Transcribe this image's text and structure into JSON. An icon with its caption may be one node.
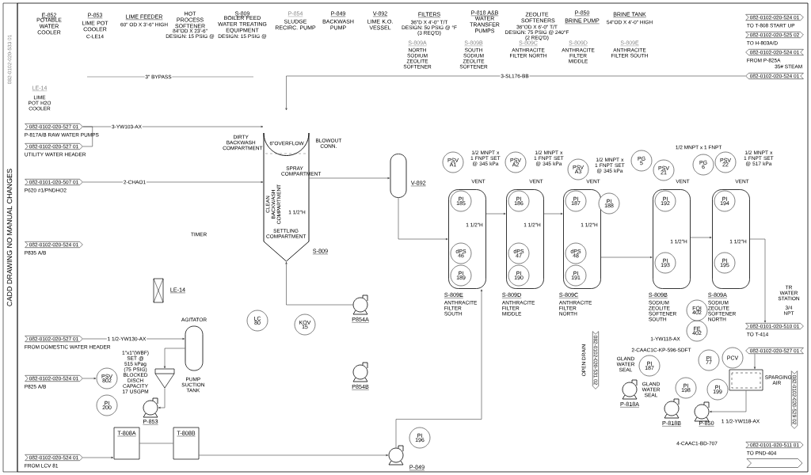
{
  "diagram": {
    "nodes": [
      {
        "text": [
          "6\"OVERFLOW",
          "SPRAY COMPARTMENT",
          "CLEAN BACKWASH COMPARTMENT",
          "SETTLING COMPARTMENT"
        ],
        "beside": [
          "S-809"
        ]
      },
      {
        "text": [],
        "shape": "cylinder",
        "beside": [
          "V-892"
        ]
      },
      {
        "text": [],
        "shape": "cylinder",
        "beside": [
          "S-809E",
          "ANTHRACITE FILTER SOUTH"
        ]
      },
      {
        "text": [],
        "shape": "cylinder",
        "beside": [
          "S-809D",
          "ANTHRACITE FILTER MIDDLE"
        ]
      },
      {
        "text": [],
        "shape": "cylinder",
        "beside": [
          "S-809C",
          "ANTHRACITE FILTER NORTH"
        ]
      },
      {
        "text": [],
        "shape": "cylinder",
        "beside": [
          "S-809B",
          "SODIUM ZEOLITE SOFTENER SOUTH"
        ]
      },
      {
        "text": [],
        "shape": "cylinder",
        "beside": [
          "S-809A",
          "SODIUM ZEOLITE SOFTENER NORTH"
        ]
      },
      {
        "text": [
          "PI",
          "185"
        ],
        "in": 2
      },
      {
        "text": [
          "dPS",
          "46"
        ],
        "in": 2
      },
      {
        "text": [
          "PI",
          "189"
        ],
        "in": 2
      },
      {
        "text": [
          "PI",
          "186"
        ],
        "in": 3
      },
      {
        "text": [
          "dPS",
          "47"
        ],
        "in": 3
      },
      {
        "text": [
          "PI",
          "190"
        ],
        "in": 3
      },
      {
        "text": [
          "PI",
          "187"
        ],
        "in": 4
      },
      {
        "text": [
          "dPS",
          "48"
        ],
        "in": 4
      },
      {
        "text": [
          "PI",
          "191"
        ],
        "in": 4
      },
      {
        "text": [
          "PI",
          "192"
        ],
        "in": 5
      },
      {
        "text": [
          "PI",
          "193"
        ],
        "in": 5
      },
      {
        "text": [
          "PI",
          "194"
        ],
        "in": 6
      },
      {
        "text": [
          "PI",
          "195"
        ],
        "in": 6
      },
      {
        "text": [
          "PSV",
          "A1"
        ]
      },
      {
        "text": [
          "PSV",
          "A2"
        ]
      },
      {
        "text": [
          "PSV",
          "A3"
        ]
      },
      {
        "text": [
          "PG",
          "5"
        ]
      },
      {
        "text": [
          "PSV",
          "21"
        ]
      },
      {
        "text": [
          "PG",
          "6"
        ]
      },
      {
        "text": [
          "PSV",
          "22"
        ]
      },
      {
        "text": [
          "PI",
          "188"
        ]
      },
      {
        "text": [
          "FE",
          "402"
        ]
      },
      {
        "text": [
          "FQI",
          "402"
        ]
      },
      {
        "text": [],
        "shape": "circle",
        "beside": [
          "P-849"
        ]
      },
      {
        "text": [
          "PI",
          "196"
        ]
      },
      {
        "text": [],
        "shape": "circle",
        "beside": [
          "P-818A"
        ]
      },
      {
        "text": [],
        "shape": "circle",
        "beside": [
          "P-818B"
        ]
      },
      {
        "text": [],
        "shape": "circle",
        "beside": [
          "P-850"
        ]
      },
      {
        "text": [
          "PI",
          "187"
        ]
      },
      {
        "text": [
          "PI",
          "198"
        ]
      },
      {
        "text": [
          "PI",
          "199"
        ]
      },
      {
        "text": [
          "PI",
          "77"
        ]
      },
      {
        "text": [],
        "shape": "box",
        "beside": [
          "SPARGING AIR"
        ]
      },
      {
        "text": [
          "PCV"
        ]
      },
      {
        "text": [],
        "shape": "circle",
        "beside": [
          "P854A"
        ]
      },
      {
        "text": [],
        "shape": "circle",
        "beside": [
          "P854B"
        ]
      },
      {
        "text": [],
        "shape": "cylinder",
        "beside": [
          "AGITATOR"
        ]
      },
      {
        "text": [],
        "shape": "cone",
        "beside": [
          "PUMP SUCTION TANK"
        ]
      },
      {
        "text": [],
        "shape": "circle",
        "beside": [
          "P-853"
        ]
      },
      {
        "text": [],
        "shape": "box",
        "beside": [
          "LE-14"
        ]
      },
      {
        "text": [
          "T-808A"
        ]
      },
      {
        "text": [
          "T-808B"
        ]
      },
      {
        "text": [
          "LC",
          "80"
        ]
      },
      {
        "text": [
          "KOV",
          "15"
        ]
      },
      {
        "text": [
          "PSV",
          "802"
        ]
      },
      {
        "text": [
          "PI",
          "200"
        ]
      },
      {
        "text": [
          "082-0102-020-527 01"
        ],
        "beside": [
          "P-817A/B RAW WATER PUMPS"
        ]
      },
      {
        "text": [
          "082-0102-020-527 01"
        ],
        "beside": [
          "UTILITY WATER HEADER"
        ]
      },
      {
        "text": [
          "082-0101-020-507 01"
        ],
        "beside": [
          "P620 #1/PNDHO2"
        ]
      },
      {
        "text": [
          "082-0102-020-524 01"
        ],
        "beside": [
          "P835 A/B"
        ]
      },
      {
        "text": [
          "082-0102-020-527 01"
        ],
        "beside": [
          "FROM DOMESTIC WATER HEADER"
        ]
      },
      {
        "text": [
          "082-0102-020-524 01"
        ],
        "beside": [
          "P825 A/B"
        ]
      },
      {
        "text": [
          "082-0102-020-524 01"
        ],
        "beside": [
          "FROM LCV 81"
        ]
      },
      {
        "text": [
          "082-0102-020-524 01"
        ],
        "beside": [
          "TO T-808 START UP"
        ]
      },
      {
        "text": [
          "082-0102-020-525 02"
        ],
        "beside": [
          "TO H-803A/D"
        ]
      },
      {
        "text": [
          "082-0102-020-524 01"
        ],
        "beside": [
          "FROM P-825A"
        ]
      },
      {
        "text": [
          "082-0102-020-524 01"
        ]
      },
      {
        "text": [
          "082-0101-020-510 01"
        ],
        "beside": [
          "TO T-414"
        ]
      },
      {
        "text": [
          "082-0102-020-527 01"
        ]
      },
      {
        "text": [
          "082-0102-020-529 02"
        ]
      },
      {
        "text": [
          "082-0101-020-511 01"
        ],
        "beside": [
          "TO PND-404"
        ]
      },
      {
        "text": [],
        "shape": "pentagon"
      },
      {
        "text": [
          "082-0102-020-531 02"
        ],
        "beside": [
          "OPEN DRAIN"
        ]
      }
    ],
    "edges": [
      {
        "from": 53,
        "to": 0,
        "arrow": "to",
        "label": "3-YW103-AX"
      },
      {
        "from": 0,
        "to": 1,
        "arrow": "to"
      },
      {
        "from": 1,
        "to": 2,
        "arrow": "to"
      },
      {
        "from": 2,
        "to": 3,
        "arrow": "to"
      },
      {
        "from": 3,
        "to": 4,
        "arrow": "to"
      },
      {
        "from": 4,
        "to": 5,
        "arrow": "to"
      },
      {
        "from": 5,
        "to": 6,
        "arrow": "to"
      },
      {
        "from": 6,
        "to": 64,
        "arrow": "to"
      },
      {
        "from": 30,
        "to": 2,
        "arrow": "to"
      },
      {
        "from": 41,
        "to": 0,
        "arrow": "to"
      },
      {
        "from": 44,
        "to": 45,
        "arrow": "to"
      },
      {
        "from": 43,
        "to": 44,
        "arrow": "to"
      },
      {
        "from": 57,
        "to": 43,
        "arrow": "to",
        "label": "1 1/2-YW130-AX"
      },
      {
        "from": 47,
        "to": 48,
        "arrow": "none"
      },
      {
        "from": 59,
        "to": 47,
        "arrow": "to"
      },
      {
        "from": 48,
        "to": 30,
        "arrow": "to"
      },
      {
        "from": 39,
        "to": 34,
        "arrow": "to"
      },
      {
        "from": 55,
        "to": 0,
        "arrow": "to",
        "label": "2-CHAO1"
      },
      {
        "from": 58,
        "to": 51,
        "arrow": "to"
      },
      {
        "from": 63,
        "to": 0,
        "arrow": "to",
        "label": "3-SL176-BB"
      },
      {
        "from": 54,
        "to": 53,
        "arrow": "none"
      },
      {
        "from": 65,
        "to": 39,
        "arrow": "to"
      }
    ],
    "labels": [
      "082-0102-020-533 01",
      "E-852",
      "POTABLE WATER COOLER",
      "P-853",
      "LIME POT COOLER",
      "C-LE14",
      "LIME FEEDER",
      "60\" OD X 3'-6\" HIGH",
      "HOT PROCESS SOFTENER",
      "84\"OD X 23'-6\"",
      "DESIGN: 15 PSIG @",
      "S-809",
      "BOILER FEED WATER TREATING EQUIPMENT",
      "DESIGN: 15 PSIG @",
      "P-854",
      "SLUDGE RECIRC. PUMP",
      "P-849",
      "BACKWASH PUMP",
      "V-892",
      "LIME K.O. VESSEL",
      "FILTERS",
      "36\"D X 4'-0\" T/T",
      "DESIGN: 50 PSIG @ °F",
      "(3 REQ'D)",
      "P-818 A&B",
      "WATER TRANSFER PUMPS",
      "ZEOLITE SOFTENERS",
      "36\"OD X 6'-0\" T/T",
      "DESIGN: 75 PSIG @ 240°F",
      "(2 REQ'D)",
      "P-850",
      "BRINE PUMP",
      "BRINE TANK",
      "54\"OD X 4'-0\" HIGH",
      "S-809A",
      "NORTH SODIUM ZEOLITE SOFTENER",
      "S-809B",
      "SOUTH SODIUM ZEOLITE SOFTENER",
      "S-809C",
      "ANTHRACITE FILTER NORTH",
      "S-809D",
      "ANTHRACITE FILTER MIDDLE",
      "S-809E",
      "ANTHRACITE FILTER SOUTH",
      "LE-14",
      "LIME POT H2O COOLER",
      "3\" BYPASS",
      "CADD DRAWING NO MANUAL CHANGES",
      "35# STEAM",
      "DIRTY BACKWASH COMPARTMENT",
      "BLOWOUT CONN.",
      "1 1/2\"H",
      "TIMER",
      "VENT",
      "VENT",
      "VENT",
      "VENT",
      "VENT",
      "1 1/2\"H",
      "1 1/2\"H",
      "1 1/2\"H",
      "1 1/2\"H",
      "1 1/2\"H",
      "1/2 MNPT x 1 FNPT SET @ 345 kPa",
      "1/2 MNPT x 1 FNPT SET @ 345 kPa",
      "1/2 MNPT x 1 FNPT SET @ 345 kPa",
      "1/2 MNPT x 1 FNPT",
      "1/2 MNPT x 1 FNPT SET @ 517 kPa",
      "TR WATER STATION",
      "3/4 NPT",
      "2-CAAC1C-KP-596-SDFT",
      "1-YW118-AX",
      "GLAND WATER SEAL",
      "GLAND WATER SEAL",
      "1 1/2-YW118-AX",
      "4-CAAC1-BD-707",
      "1\"x1\"(WBF) SET @ 515 kPag (75 PSIG) BLOCKED DISCH CAPACITY 17 USGPM"
    ]
  }
}
